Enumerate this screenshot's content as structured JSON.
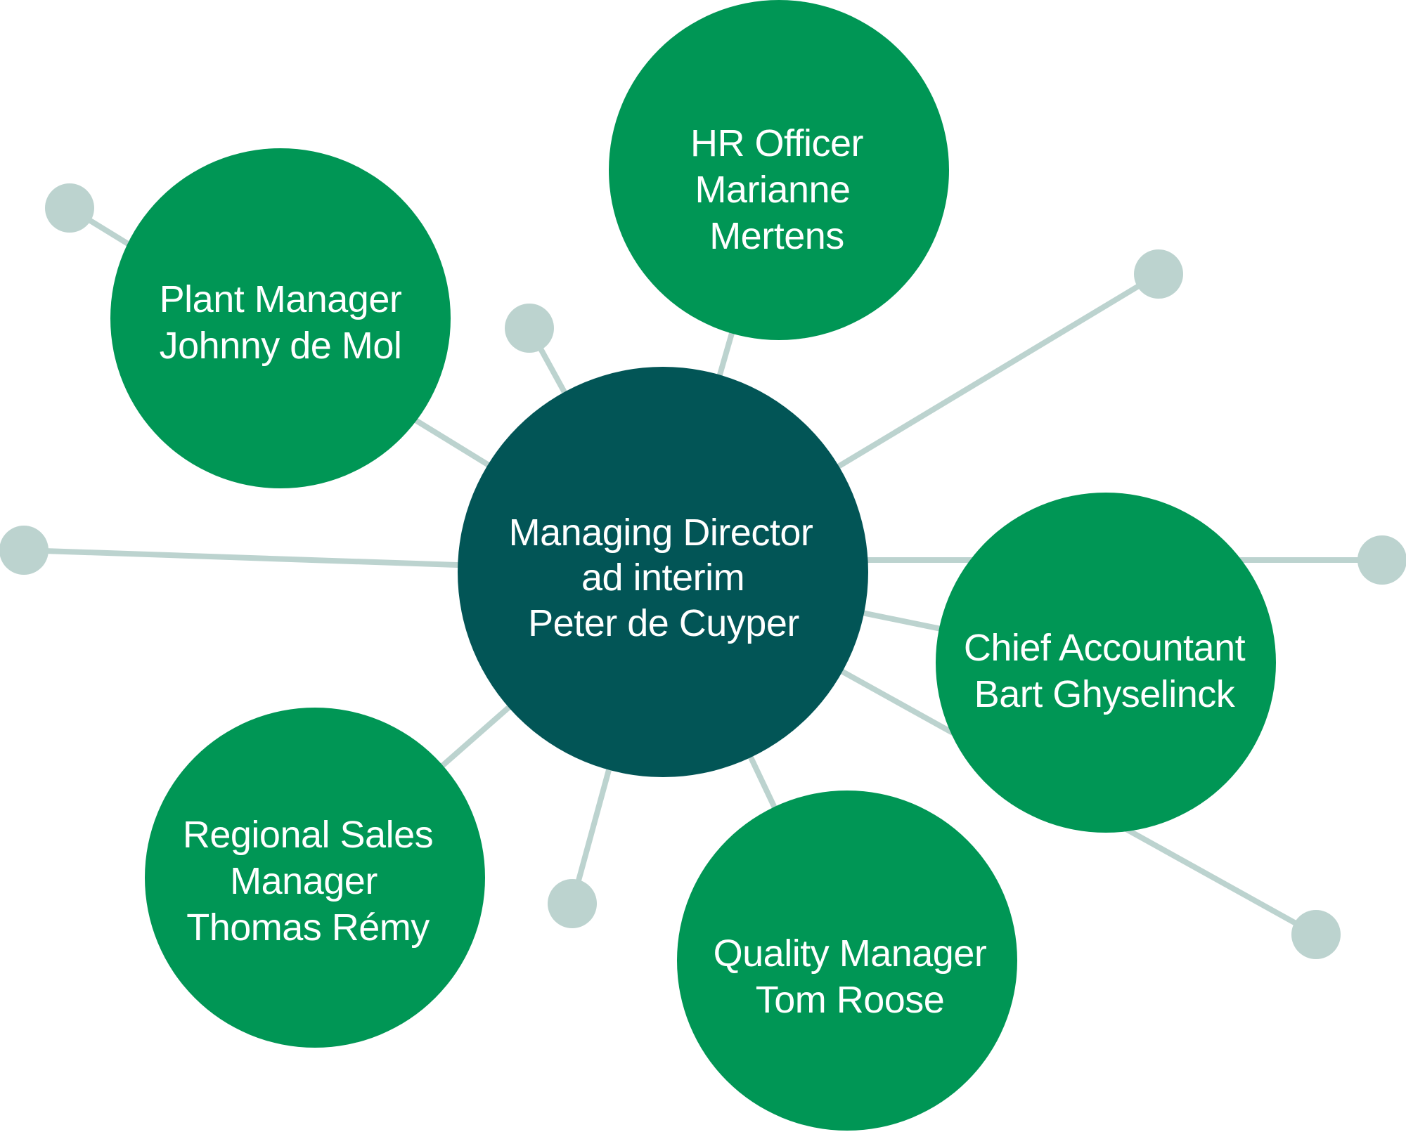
{
  "colors": {
    "node": "#009655",
    "center": "#025556",
    "connector": "#bcd3cf",
    "text": "#ffffff"
  },
  "center": {
    "lines": [
      "Managing Director",
      "ad interim",
      "Peter de Cuyper"
    ]
  },
  "nodes": [
    {
      "lines": [
        "Plant Manager",
        "Johnny de Mol"
      ]
    },
    {
      "lines": [
        "HR Officer",
        "Marianne",
        "Mertens"
      ]
    },
    {
      "lines": [
        "Chief Accountant",
        "Bart Ghyselinck"
      ]
    },
    {
      "lines": [
        "Quality Manager",
        "Tom Roose"
      ]
    },
    {
      "lines": [
        "Regional Sales",
        "Manager",
        "Thomas Rémy"
      ]
    }
  ]
}
